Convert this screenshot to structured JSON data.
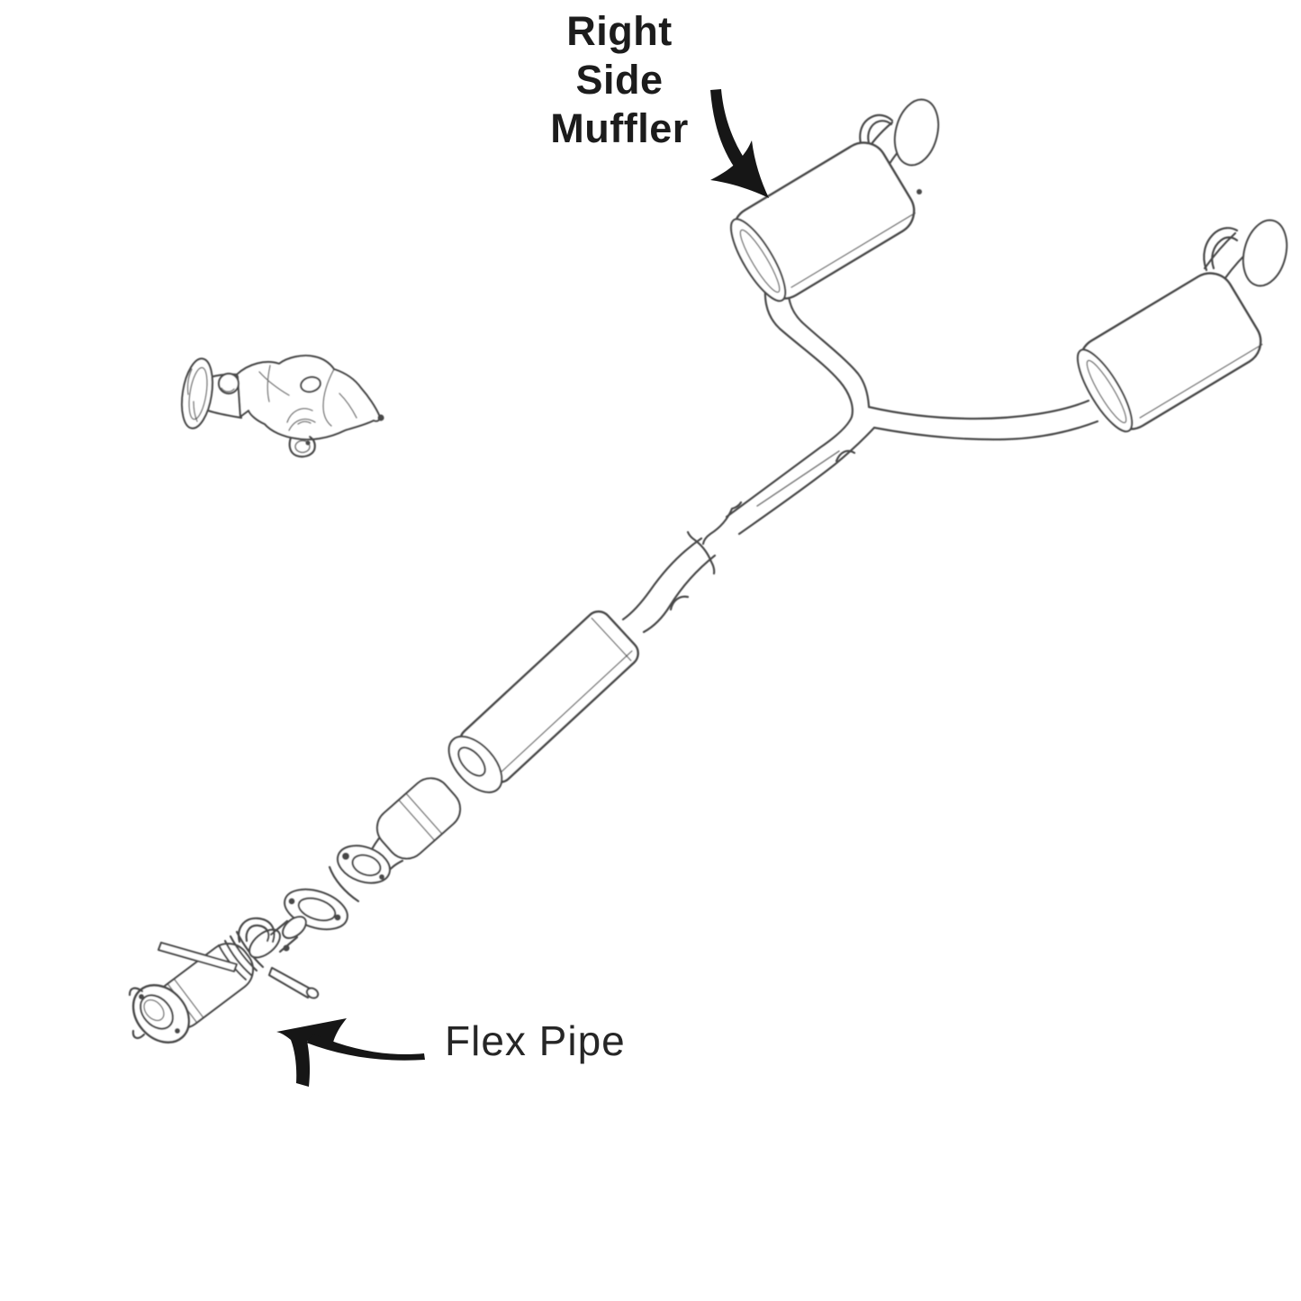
{
  "image": {
    "background": "#ffffff",
    "line_color": "#4a4a4a",
    "annotation_color": "#161616"
  },
  "labels": {
    "right_side_muffler": {
      "lines": [
        "Right",
        "Side",
        "Muffler"
      ]
    },
    "flex_pipe": {
      "text": "Flex Pipe"
    }
  },
  "parts": [
    "front-catalytic-converter",
    "right-side-muffler",
    "left-side-muffler",
    "y-pipe-with-slip-joint",
    "resonator",
    "mid-catalytic-converter",
    "outlet-flange",
    "exhaust-gasket",
    "flex-pipe-assembly"
  ],
  "callouts": [
    {
      "text": "Right Side Muffler",
      "arrow": "curved, points down-right at upper muffler"
    },
    {
      "text": "Flex Pipe",
      "arrow": "curved, points up-left at flex pipe assembly"
    }
  ]
}
